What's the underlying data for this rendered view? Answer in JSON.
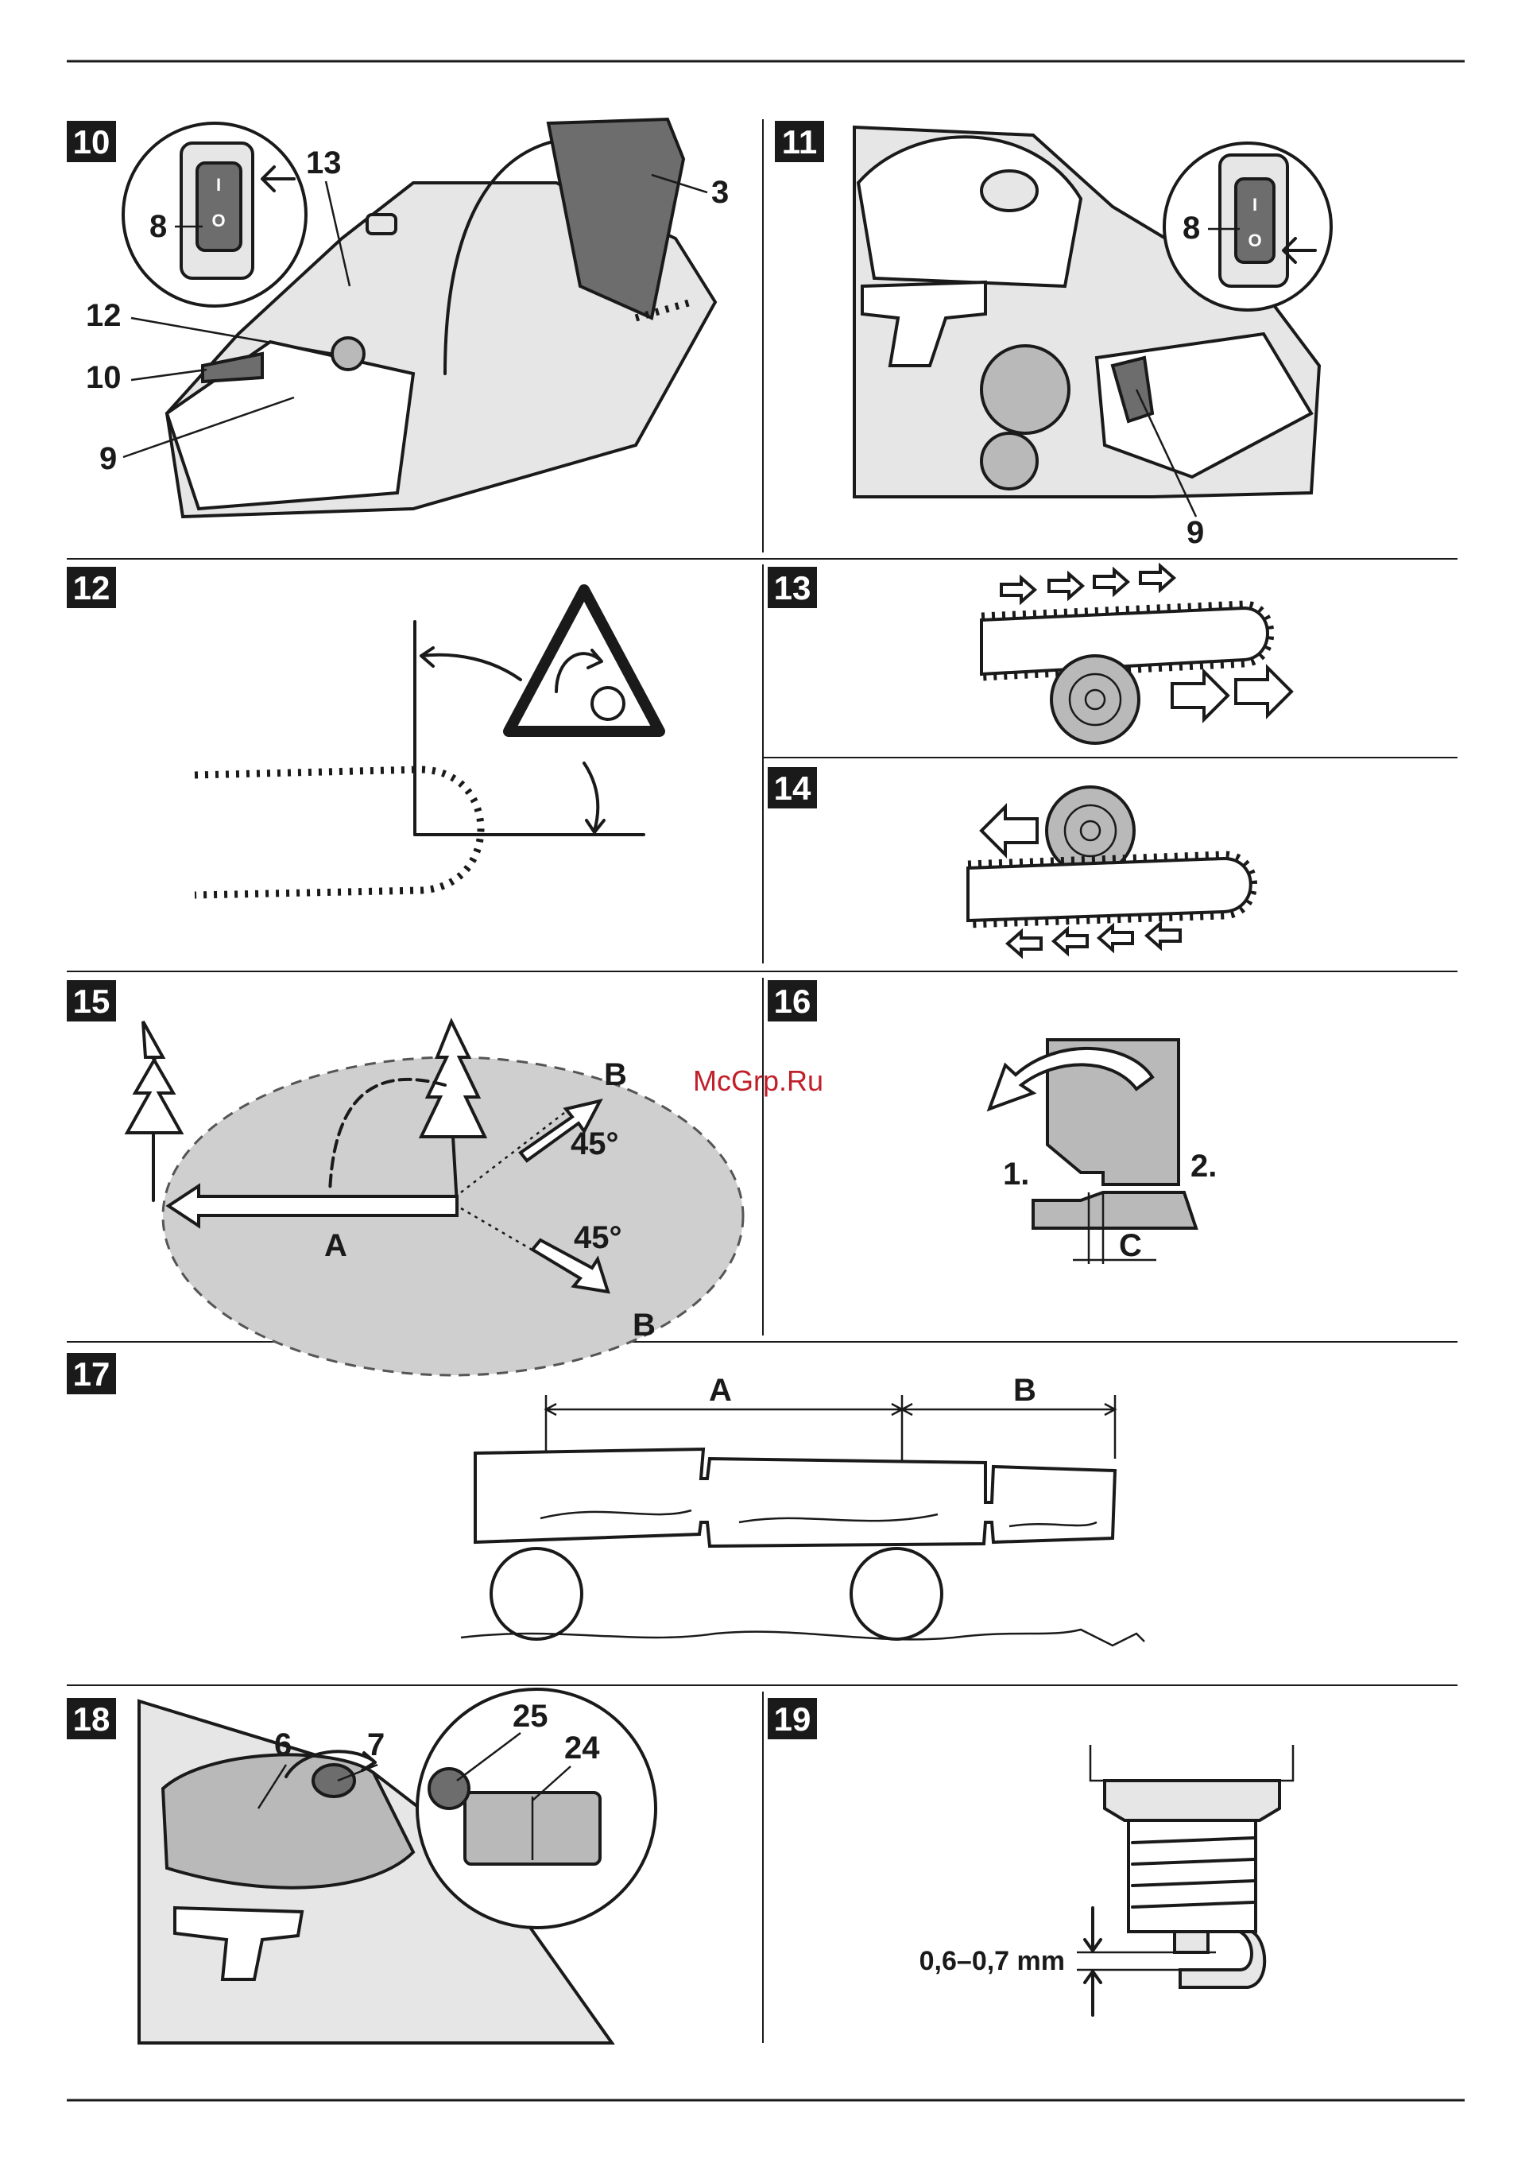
{
  "panels": {
    "p10": {
      "number": "10",
      "callouts": {
        "c13": "13",
        "c3": "3",
        "c8": "8",
        "c12": "12",
        "c10": "10",
        "c9": "9"
      },
      "switch_symbols": {
        "on": "I",
        "off": "O"
      }
    },
    "p11": {
      "number": "11",
      "callouts": {
        "c8": "8",
        "c9": "9"
      },
      "switch_symbols": {
        "on": "I",
        "off": "O"
      }
    },
    "p12": {
      "number": "12"
    },
    "p13": {
      "number": "13"
    },
    "p14": {
      "number": "14"
    },
    "p15": {
      "number": "15",
      "labels": {
        "A": "A",
        "B_top": "B",
        "B_bottom": "B",
        "angle_top": "45°",
        "angle_bottom": "45°"
      }
    },
    "p16": {
      "number": "16",
      "labels": {
        "step1": "1.",
        "step2": "2.",
        "C": "C"
      }
    },
    "p17": {
      "number": "17",
      "labels": {
        "A": "A",
        "B": "B"
      }
    },
    "p18": {
      "number": "18",
      "callouts": {
        "c6": "6",
        "c7": "7",
        "c25": "25",
        "c24": "24"
      }
    },
    "p19": {
      "number": "19",
      "gap_label": "0,6–0,7 mm"
    }
  },
  "watermark": "McGrp.Ru",
  "colors": {
    "ink": "#1a1a1a",
    "shade": "#b9b9b9",
    "badge": "#1a1a1a",
    "watermark": "#c0202a"
  }
}
